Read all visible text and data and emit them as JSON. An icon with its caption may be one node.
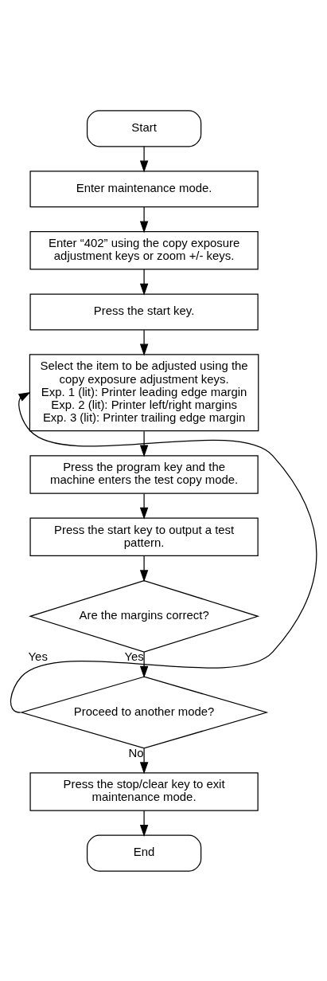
{
  "diagram": {
    "nodes": [
      {
        "text": [
          "Start"
        ]
      },
      {
        "text": [
          "Enter maintenance mode."
        ]
      },
      {
        "text": [
          "Enter “402” using the copy exposure adjustment keys or zoom +/- keys."
        ]
      },
      {
        "text": [
          "Press the start key."
        ]
      },
      {
        "text": [
          "Select the item to be adjusted using the copy exposure adjustment keys.",
          "Exp. 1 (lit): Printer leading edge margin",
          "Exp. 2 (lit): Printer left/right margins",
          "Exp. 3 (lit): Printer trailing edge margin"
        ]
      },
      {
        "text": [
          "Press the program key and the machine enters the test copy mode."
        ]
      },
      {
        "text": [
          "Press the start key to output a test pattern."
        ]
      },
      {
        "text": [
          "Are the margins correct?"
        ]
      },
      {
        "text": [
          "Proceed to another mode?"
        ]
      },
      {
        "text": [
          "Press the stop/clear key to exit maintenance mode."
        ]
      },
      {
        "text": [
          "End"
        ]
      }
    ],
    "edges": [
      {
        "from": 0,
        "to": 1,
        "arrow": "to"
      },
      {
        "from": 1,
        "to": 2,
        "arrow": "to"
      },
      {
        "from": 2,
        "to": 3,
        "arrow": "to"
      },
      {
        "from": 3,
        "to": 4,
        "arrow": "to"
      },
      {
        "from": 4,
        "to": 5,
        "arrow": "to"
      },
      {
        "from": 5,
        "to": 6,
        "arrow": "to"
      },
      {
        "from": 6,
        "to": 7,
        "arrow": "to"
      },
      {
        "from": 7,
        "to": 8,
        "arrow": "to",
        "label": "Yes"
      },
      {
        "from": 8,
        "to": 4,
        "arrow": "to",
        "label": "Yes"
      },
      {
        "from": 8,
        "to": 9,
        "arrow": "to",
        "label": "No"
      },
      {
        "from": 9,
        "to": 10,
        "arrow": "to"
      }
    ]
  }
}
